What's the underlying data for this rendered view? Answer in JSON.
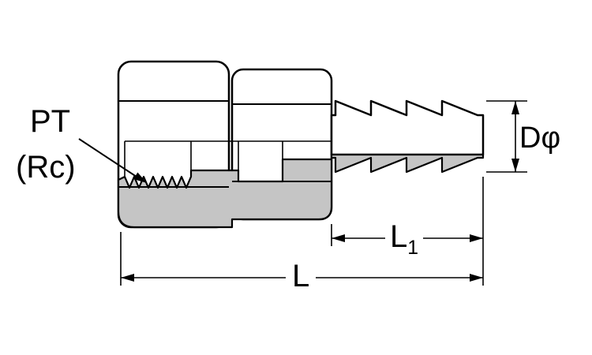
{
  "figure": {
    "labels": {
      "thread": {
        "line1": "PT",
        "line2": "(Rc)"
      },
      "diameter": "Dφ",
      "barb_length": {
        "base": "L",
        "sub": "1"
      },
      "overall_length": "L"
    },
    "colors": {
      "line": "#000000",
      "section_fill": "#c5c5c5",
      "background": "#ffffff"
    }
  }
}
